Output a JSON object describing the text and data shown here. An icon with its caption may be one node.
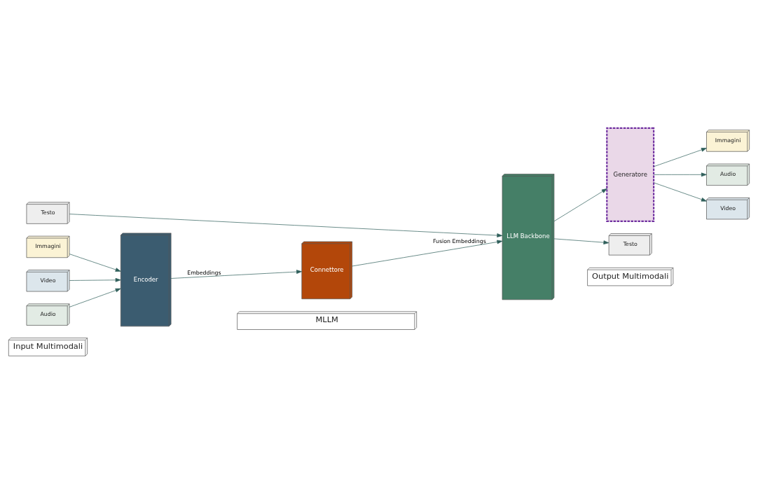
{
  "diagram": {
    "nodes": [
      {
        "text": [
          "Input Multimodali"
        ]
      },
      {
        "text": [
          "MLLM"
        ]
      },
      {
        "text": [
          "Output Multimodali"
        ]
      },
      {
        "text": [
          "Immagini"
        ]
      },
      {
        "text": [
          "Audio"
        ]
      },
      {
        "text": [
          "Video"
        ]
      },
      {
        "text": [
          "Encoder"
        ]
      },
      {
        "text": [
          "Connettore"
        ]
      },
      {
        "text": [
          "Testo"
        ]
      },
      {
        "text": [
          "LLM Backbone"
        ]
      },
      {
        "text": [
          "Generatore"
        ]
      },
      {
        "text": [
          "Testo"
        ]
      },
      {
        "text": [
          "Immagini"
        ]
      },
      {
        "text": [
          "Audio"
        ]
      },
      {
        "text": [
          "Video"
        ]
      }
    ],
    "edges": [
      {
        "from": 3,
        "to": 6,
        "arrow": "to"
      },
      {
        "from": 4,
        "to": 6,
        "arrow": "to"
      },
      {
        "from": 5,
        "to": 6,
        "arrow": "to"
      },
      {
        "from": 6,
        "to": 7,
        "arrow": "to",
        "label": "Embeddings"
      },
      {
        "from": 7,
        "to": 9,
        "arrow": "to",
        "label": "Fusion Embeddings"
      },
      {
        "from": 8,
        "to": 9,
        "arrow": "to"
      },
      {
        "from": 9,
        "to": 11,
        "arrow": "to"
      },
      {
        "from": 9,
        "to": 10,
        "arrow": "to"
      },
      {
        "from": 10,
        "to": 12,
        "arrow": "to"
      },
      {
        "from": 10,
        "to": 13,
        "arrow": "to"
      },
      {
        "from": 10,
        "to": 14,
        "arrow": "to"
      }
    ]
  }
}
